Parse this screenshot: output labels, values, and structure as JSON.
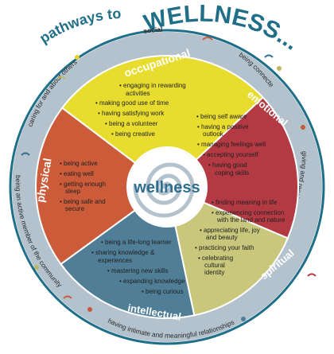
{
  "title": {
    "prefix": "pathways to",
    "main": "WELLNESS..."
  },
  "center": {
    "label": "wellness"
  },
  "ring": {
    "social": "social",
    "items": [
      "caring for and about others",
      "being connected",
      "giving and receiving support",
      "having intimate and meaningful relationships",
      "being an active member of the community"
    ]
  },
  "segments": {
    "occupational": {
      "title": "occupational",
      "items": [
        "engaging in rewarding",
        "activities",
        "making good use of time",
        "having satisfying work",
        "being a volunteer",
        "being creative"
      ]
    },
    "emotional": {
      "title": "emotional",
      "items": [
        "being self aware",
        "having a positive",
        "outlook",
        "managing feelings well",
        "accepting yourself",
        "having good",
        "coping skills"
      ]
    },
    "spiritual": {
      "title": "spiritual",
      "items": [
        "finding meaning in life",
        "experiencing connection",
        "with the land and nature",
        "appreciating life, joy",
        "and beauty",
        "practicing your faith",
        "celebrating",
        "cultural",
        "identity"
      ]
    },
    "intellectual": {
      "title": "intellectual",
      "items": [
        "being a life-long learner",
        "sharing knowledge &",
        "experiences",
        "mastering new skills",
        "expanding knowledge",
        "being curious"
      ]
    },
    "physical": {
      "title": "physical",
      "items": [
        "being active",
        "eating well",
        "getting enough",
        "sleep",
        "being safe and",
        "secure"
      ]
    }
  },
  "colors": {
    "ring": "#b3c2cd",
    "outer_border": "#1f6f88",
    "title": "#1f6f88",
    "occupational": "#e8dc2f",
    "emotional": "#b33a43",
    "spiritual": "#c8c77c",
    "intellectual": "#4f7e96",
    "physical": "#cc5b3a",
    "center_fill": "#ffffff",
    "wellness_text": "#2e6e8e"
  }
}
